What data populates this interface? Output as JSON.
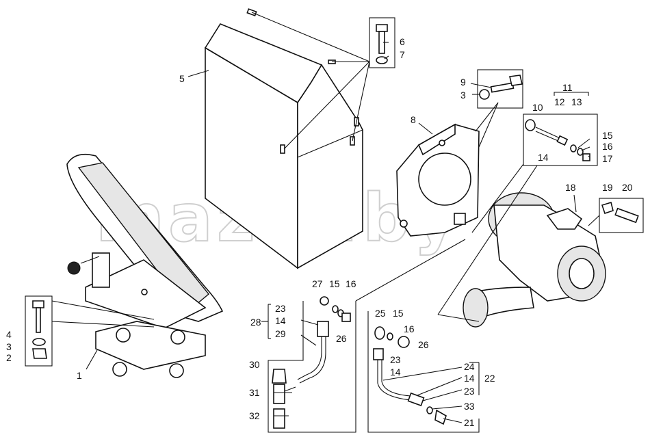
{
  "watermark": "mazik.by",
  "callouts": [
    {
      "id": "c1",
      "text": "1"
    },
    {
      "id": "c2",
      "text": "2"
    },
    {
      "id": "c3a",
      "text": "3"
    },
    {
      "id": "c3b",
      "text": "3"
    },
    {
      "id": "c4",
      "text": "4"
    },
    {
      "id": "c5",
      "text": "5"
    },
    {
      "id": "c6",
      "text": "6"
    },
    {
      "id": "c7",
      "text": "7"
    },
    {
      "id": "c8",
      "text": "8"
    },
    {
      "id": "c9",
      "text": "9"
    },
    {
      "id": "c10",
      "text": "10"
    },
    {
      "id": "c11",
      "text": "11"
    },
    {
      "id": "c12",
      "text": "12"
    },
    {
      "id": "c13",
      "text": "13"
    },
    {
      "id": "c14a",
      "text": "14"
    },
    {
      "id": "c15a",
      "text": "15"
    },
    {
      "id": "c16a",
      "text": "16"
    },
    {
      "id": "c17",
      "text": "17"
    },
    {
      "id": "c18",
      "text": "18"
    },
    {
      "id": "c19",
      "text": "19"
    },
    {
      "id": "c20",
      "text": "20"
    },
    {
      "id": "c27",
      "text": "27"
    },
    {
      "id": "c15b",
      "text": "15"
    },
    {
      "id": "c16b",
      "text": "16"
    },
    {
      "id": "c23a",
      "text": "23"
    },
    {
      "id": "c28",
      "text": "28"
    },
    {
      "id": "c14b",
      "text": "14"
    },
    {
      "id": "c29",
      "text": "29"
    },
    {
      "id": "c26a",
      "text": "26"
    },
    {
      "id": "c25",
      "text": "25"
    },
    {
      "id": "c15c",
      "text": "15"
    },
    {
      "id": "c16c",
      "text": "16"
    },
    {
      "id": "c26b",
      "text": "26"
    },
    {
      "id": "c23b",
      "text": "23"
    },
    {
      "id": "c14c",
      "text": "14"
    },
    {
      "id": "c30",
      "text": "30"
    },
    {
      "id": "c31",
      "text": "31"
    },
    {
      "id": "c32",
      "text": "32"
    },
    {
      "id": "c24",
      "text": "24"
    },
    {
      "id": "c14d",
      "text": "14"
    },
    {
      "id": "c22",
      "text": "22"
    },
    {
      "id": "c23c",
      "text": "23"
    },
    {
      "id": "c33",
      "text": "33"
    },
    {
      "id": "c21",
      "text": "21"
    }
  ]
}
